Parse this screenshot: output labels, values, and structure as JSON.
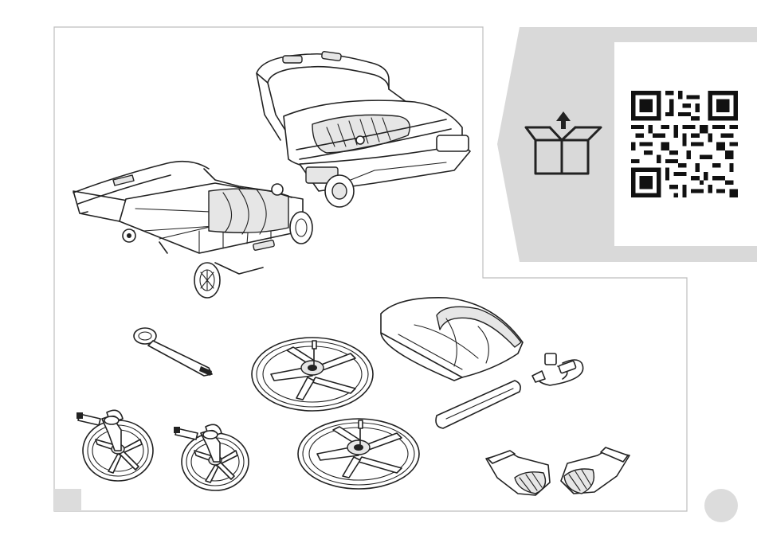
{
  "document": {
    "type": "assembly-contents-illustration",
    "colors": {
      "frame_line": "#bdbdbd",
      "tab_gray": "#d9d9d9",
      "line_art": "#222222",
      "accent_gray": "#dcdcdc"
    },
    "icons": {
      "unbox": "box-with-up-arrow-icon",
      "qr": "qr-code"
    },
    "parts": [
      "folded-stroller-chassis",
      "folded-seat-unit",
      "handlebar-strap",
      "rear-wheel-large",
      "rear-wheel-large-2",
      "canopy-cover",
      "cable-lock",
      "bumper-bar",
      "swivel-front-wheel-left",
      "swivel-front-wheel-right",
      "car-seat-adapter-left",
      "car-seat-adapter-right"
    ]
  }
}
